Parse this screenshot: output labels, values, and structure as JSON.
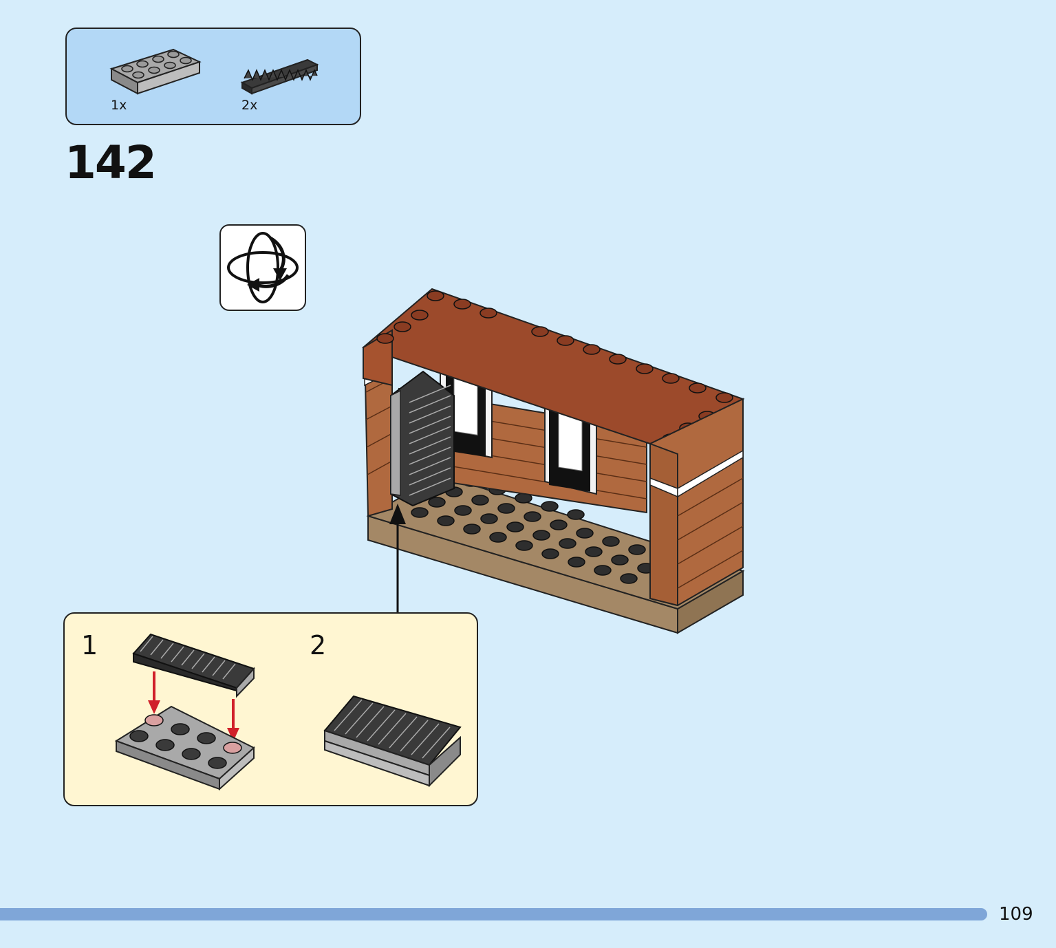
{
  "parts_list": {
    "items": [
      {
        "part": "plate-2x4-light-gray",
        "qty": "1x"
      },
      {
        "part": "grille-slope-dark-gray",
        "qty": "2x"
      }
    ]
  },
  "step": {
    "number": "142"
  },
  "rotate_icon": "rotate-model-icon",
  "sub_assembly": {
    "steps": [
      {
        "number": "1"
      },
      {
        "number": "2"
      }
    ]
  },
  "page": {
    "number": "109"
  },
  "colors": {
    "background": "#d6edfb",
    "parts_box": "#b3d8f6",
    "sub_box": "#fff6d2",
    "footer_bar": "#7fa6d8",
    "brick_brown": "#b0693f",
    "reddish_brown": "#9c4a2b",
    "light_gray": "#a9a9a9",
    "dark_gray": "#3a3a3a",
    "arrow_red": "#d0202a"
  }
}
